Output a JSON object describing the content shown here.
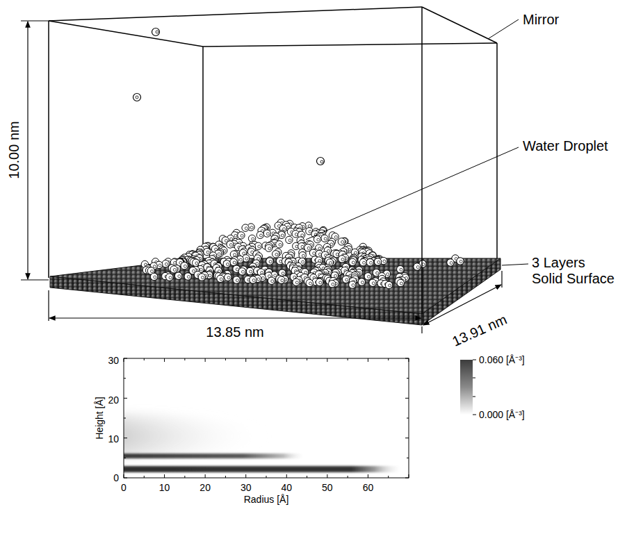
{
  "diagram": {
    "labels": [
      "Mirror",
      "Water Droplet",
      "3 Layers Solid Surface",
      "10.00 nm",
      "13.85 nm",
      "13.91 nm",
      "30",
      "20",
      "10",
      "0",
      "0",
      "10",
      "20",
      "30",
      "40",
      "50",
      "60",
      "Height [Å]",
      "Radius [Å]",
      "0.060 [Å⁻³]",
      "0.000 [Å⁻³]"
    ]
  }
}
